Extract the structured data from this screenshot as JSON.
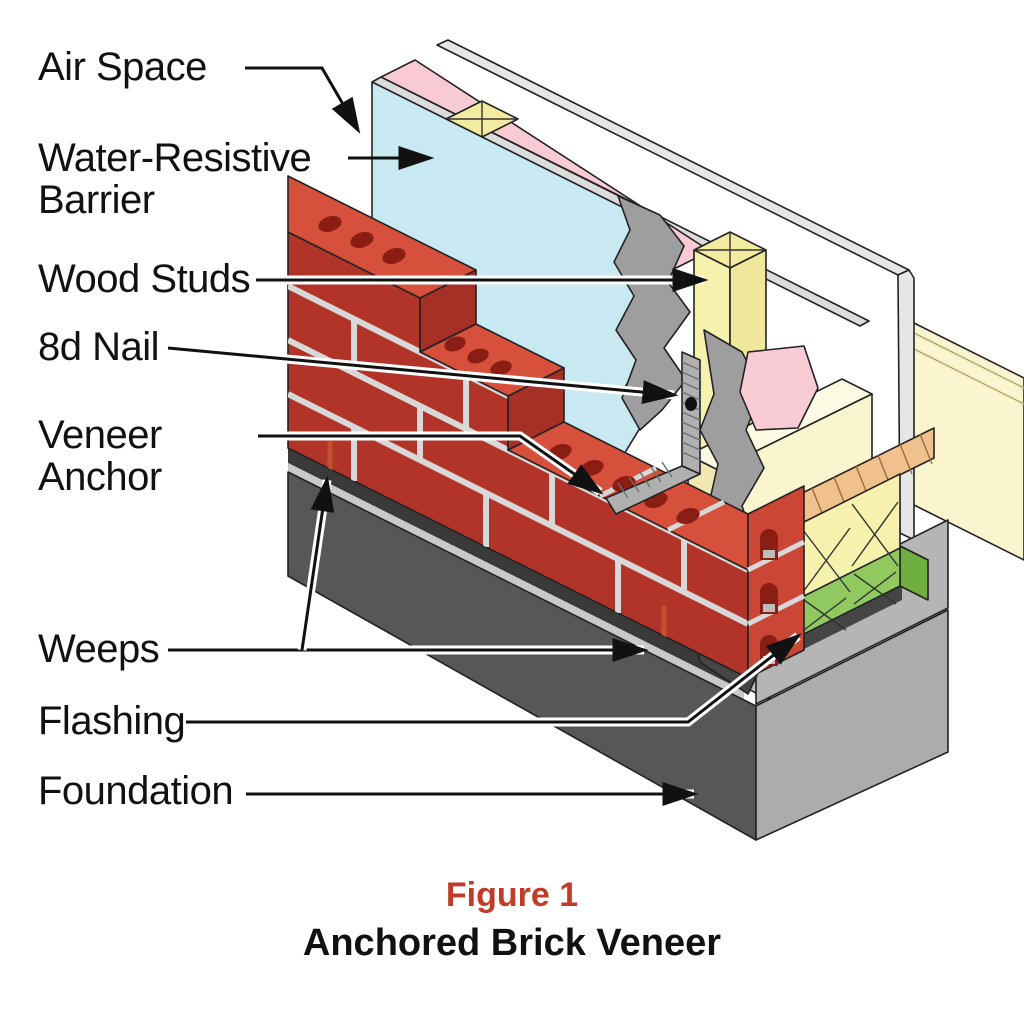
{
  "figure": {
    "number": "Figure 1",
    "title": "Anchored Brick Veneer"
  },
  "labels": [
    {
      "id": "air-space",
      "text": "Air Space",
      "target": "air gap between brick veneer and water-resistive barrier"
    },
    {
      "id": "water-resistive-barrier",
      "text": "Water-Resistive\nBarrier",
      "target": "blue sheathing membrane panel"
    },
    {
      "id": "wood-studs",
      "text": "Wood Studs",
      "target": "yellow vertical framing stud"
    },
    {
      "id": "8d-nail",
      "text": "8d Nail",
      "target": "nail head fastening veneer anchor to stud"
    },
    {
      "id": "veneer-anchor",
      "text": "Veneer\nAnchor",
      "target": "corrugated metal tie embedded in brick bed joint"
    },
    {
      "id": "weeps",
      "text": "Weeps",
      "target": "open head joints above flashing"
    },
    {
      "id": "flashing",
      "text": "Flashing",
      "target": "dark membrane at base of cavity turned up at wall"
    },
    {
      "id": "foundation",
      "text": "Foundation",
      "target": "concrete foundation ledge supporting brick veneer"
    }
  ],
  "diagram": {
    "type": "isometric-cutaway",
    "subject": "anchored brick veneer wall section",
    "components": [
      "brick veneer",
      "air space",
      "water-resistive barrier",
      "wood studs",
      "batt insulation",
      "gypsum board",
      "veneer anchor",
      "8d nail",
      "weeps",
      "flashing",
      "sill plate",
      "subfloor",
      "foundation"
    ]
  },
  "colors": {
    "brick_face": "#b23429",
    "brick_top": "#d6503b",
    "brick_core_hole": "#8a1e15",
    "mortar": "#d8d8d8",
    "wrb_blue": "#c8e9f2",
    "insulation_pink": "#f8cad3",
    "stud_yellow": "#f7f1ae",
    "sill_green": "#8fc95f",
    "subfloor_tan": "#f0c08d",
    "foundation_dark": "#575757",
    "foundation_light": "#acacac",
    "flashing_dark": "#3a3a3a",
    "figure_red": "#c23a28"
  }
}
